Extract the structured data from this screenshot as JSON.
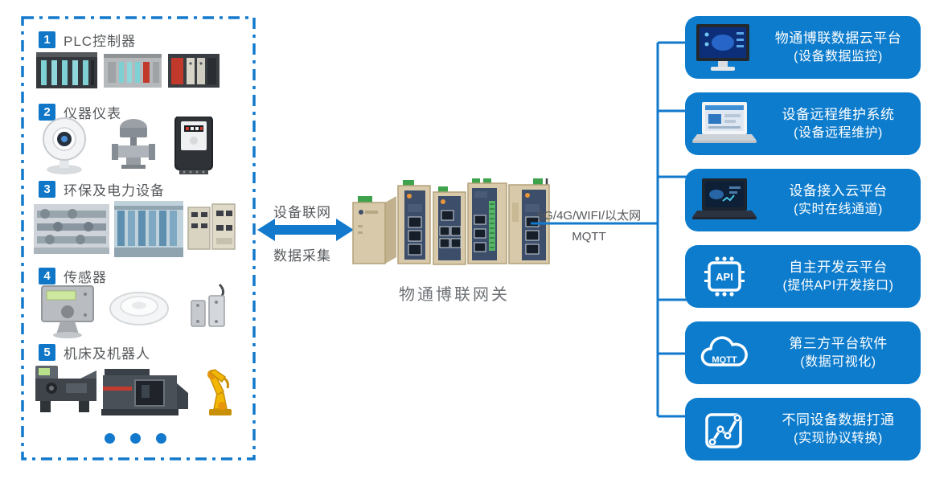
{
  "colors": {
    "accent_blue": "#1279cc",
    "box_blue": "#0d7ccd",
    "badge_blue": "#0f76c8",
    "text_dark": "#55585b",
    "text_gray": "#6e7276"
  },
  "left_panel": {
    "categories": [
      {
        "num": "1",
        "label": "PLC控制器",
        "images": [
          "plc-rack-dark",
          "plc-rack-light",
          "plc-rack-red"
        ]
      },
      {
        "num": "2",
        "label": "仪器仪表",
        "images": [
          "webcam",
          "control-valve",
          "energy-meter"
        ]
      },
      {
        "num": "3",
        "label": "环保及电力设备",
        "images": [
          "pipework-photo",
          "treatment-plant-photo",
          "power-cabinet"
        ]
      },
      {
        "num": "4",
        "label": "传感器",
        "images": [
          "sensor-box",
          "smoke-detector",
          "proximity-switch"
        ]
      },
      {
        "num": "5",
        "label": "机床及机器人",
        "images": [
          "cnc-lathe",
          "cnc-machine",
          "robot-arm"
        ]
      }
    ],
    "more_dots": 3
  },
  "middle": {
    "arrow_top_label": "设备联网",
    "arrow_bottom_label": "数据采集",
    "gateway_label": "物通博联网关",
    "link_top_label": "5G/4G/WIFI/以太网",
    "link_bottom_label": "MQTT"
  },
  "right_panel": {
    "boxes": [
      {
        "icon": "monitor-dashboard-icon",
        "title": "物通博联数据云平台",
        "subtitle": "(设备数据监控)"
      },
      {
        "icon": "laptop-light-icon",
        "title": "设备远程维护系统",
        "subtitle": "(设备远程维护)"
      },
      {
        "icon": "laptop-dark-icon",
        "title": "设备接入云平台",
        "subtitle": "(实时在线通道)"
      },
      {
        "icon": "api-chip-icon",
        "icon_text": "API",
        "title": "自主开发云平台",
        "subtitle": "(提供API开发接口)"
      },
      {
        "icon": "mqtt-cloud-icon",
        "icon_text": "MQTT",
        "title": "第三方平台软件",
        "subtitle": "(数据可视化)"
      },
      {
        "icon": "line-chart-icon",
        "title": "不同设备数据打通",
        "subtitle": "(实现协议转换)"
      }
    ]
  }
}
